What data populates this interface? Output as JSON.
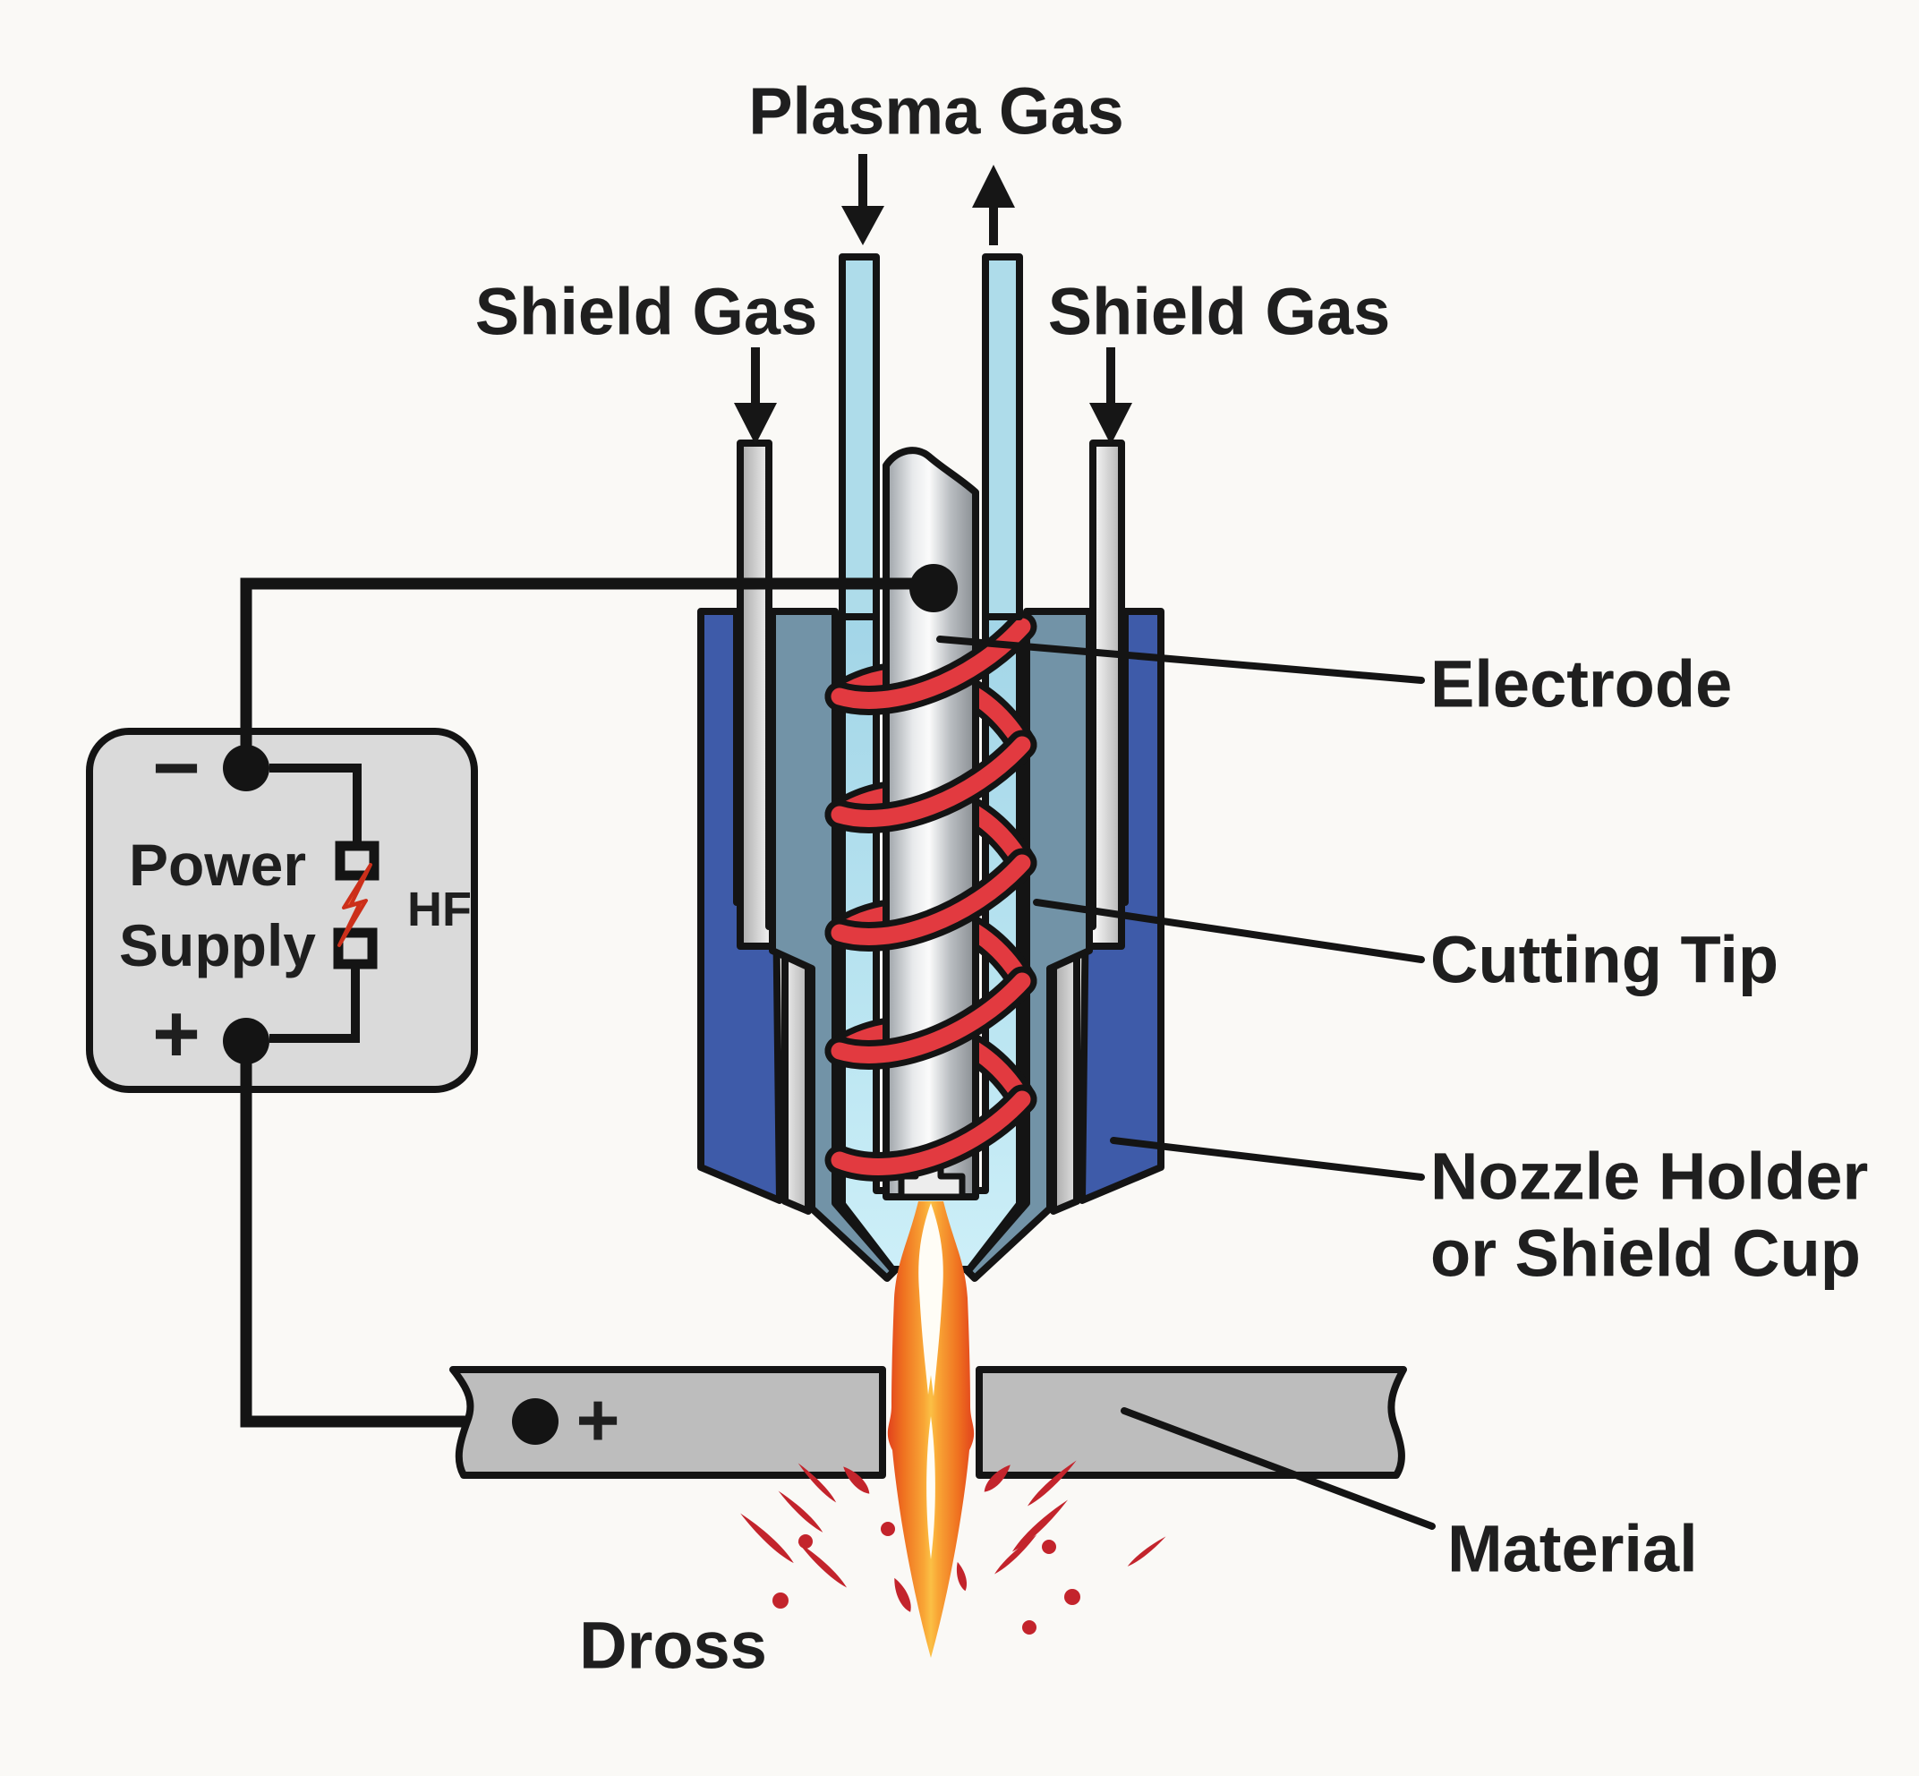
{
  "labels": {
    "plasma_gas": "Plasma Gas",
    "shield_gas_left": "Shield Gas",
    "shield_gas_right": "Shield Gas",
    "electrode": "Electrode",
    "cutting_tip": "Cutting Tip",
    "nozzle_holder_line1": "Nozzle Holder",
    "nozzle_holder_line2": "or Shield Cup",
    "material": "Material",
    "dross": "Dross"
  },
  "power_supply": {
    "name_line1": "Power",
    "name_line2": "Supply",
    "hf_label": "HF",
    "negative_symbol": "−",
    "positive_symbol": "+"
  },
  "workpiece": {
    "positive_symbol": "+"
  },
  "colors": {
    "background": "#faf9f6",
    "outline_black": "#141414",
    "shield_cup_blue": "#3e5ba9",
    "cutting_tip_slate": "#7293a7",
    "plasma_channel_blue": "#aedcea",
    "electrode_silver": "#d8dbde",
    "coil_red": "#e23a40",
    "flame_deep_orange": "#e2431c",
    "flame_bright_orange": "#f9a636",
    "flame_core_white": "#fffdf6",
    "dross_red": "#c3242c",
    "material_gray": "#bdbdbd",
    "power_box_gray": "#dadada",
    "spark_orange": "#ef5f38"
  }
}
